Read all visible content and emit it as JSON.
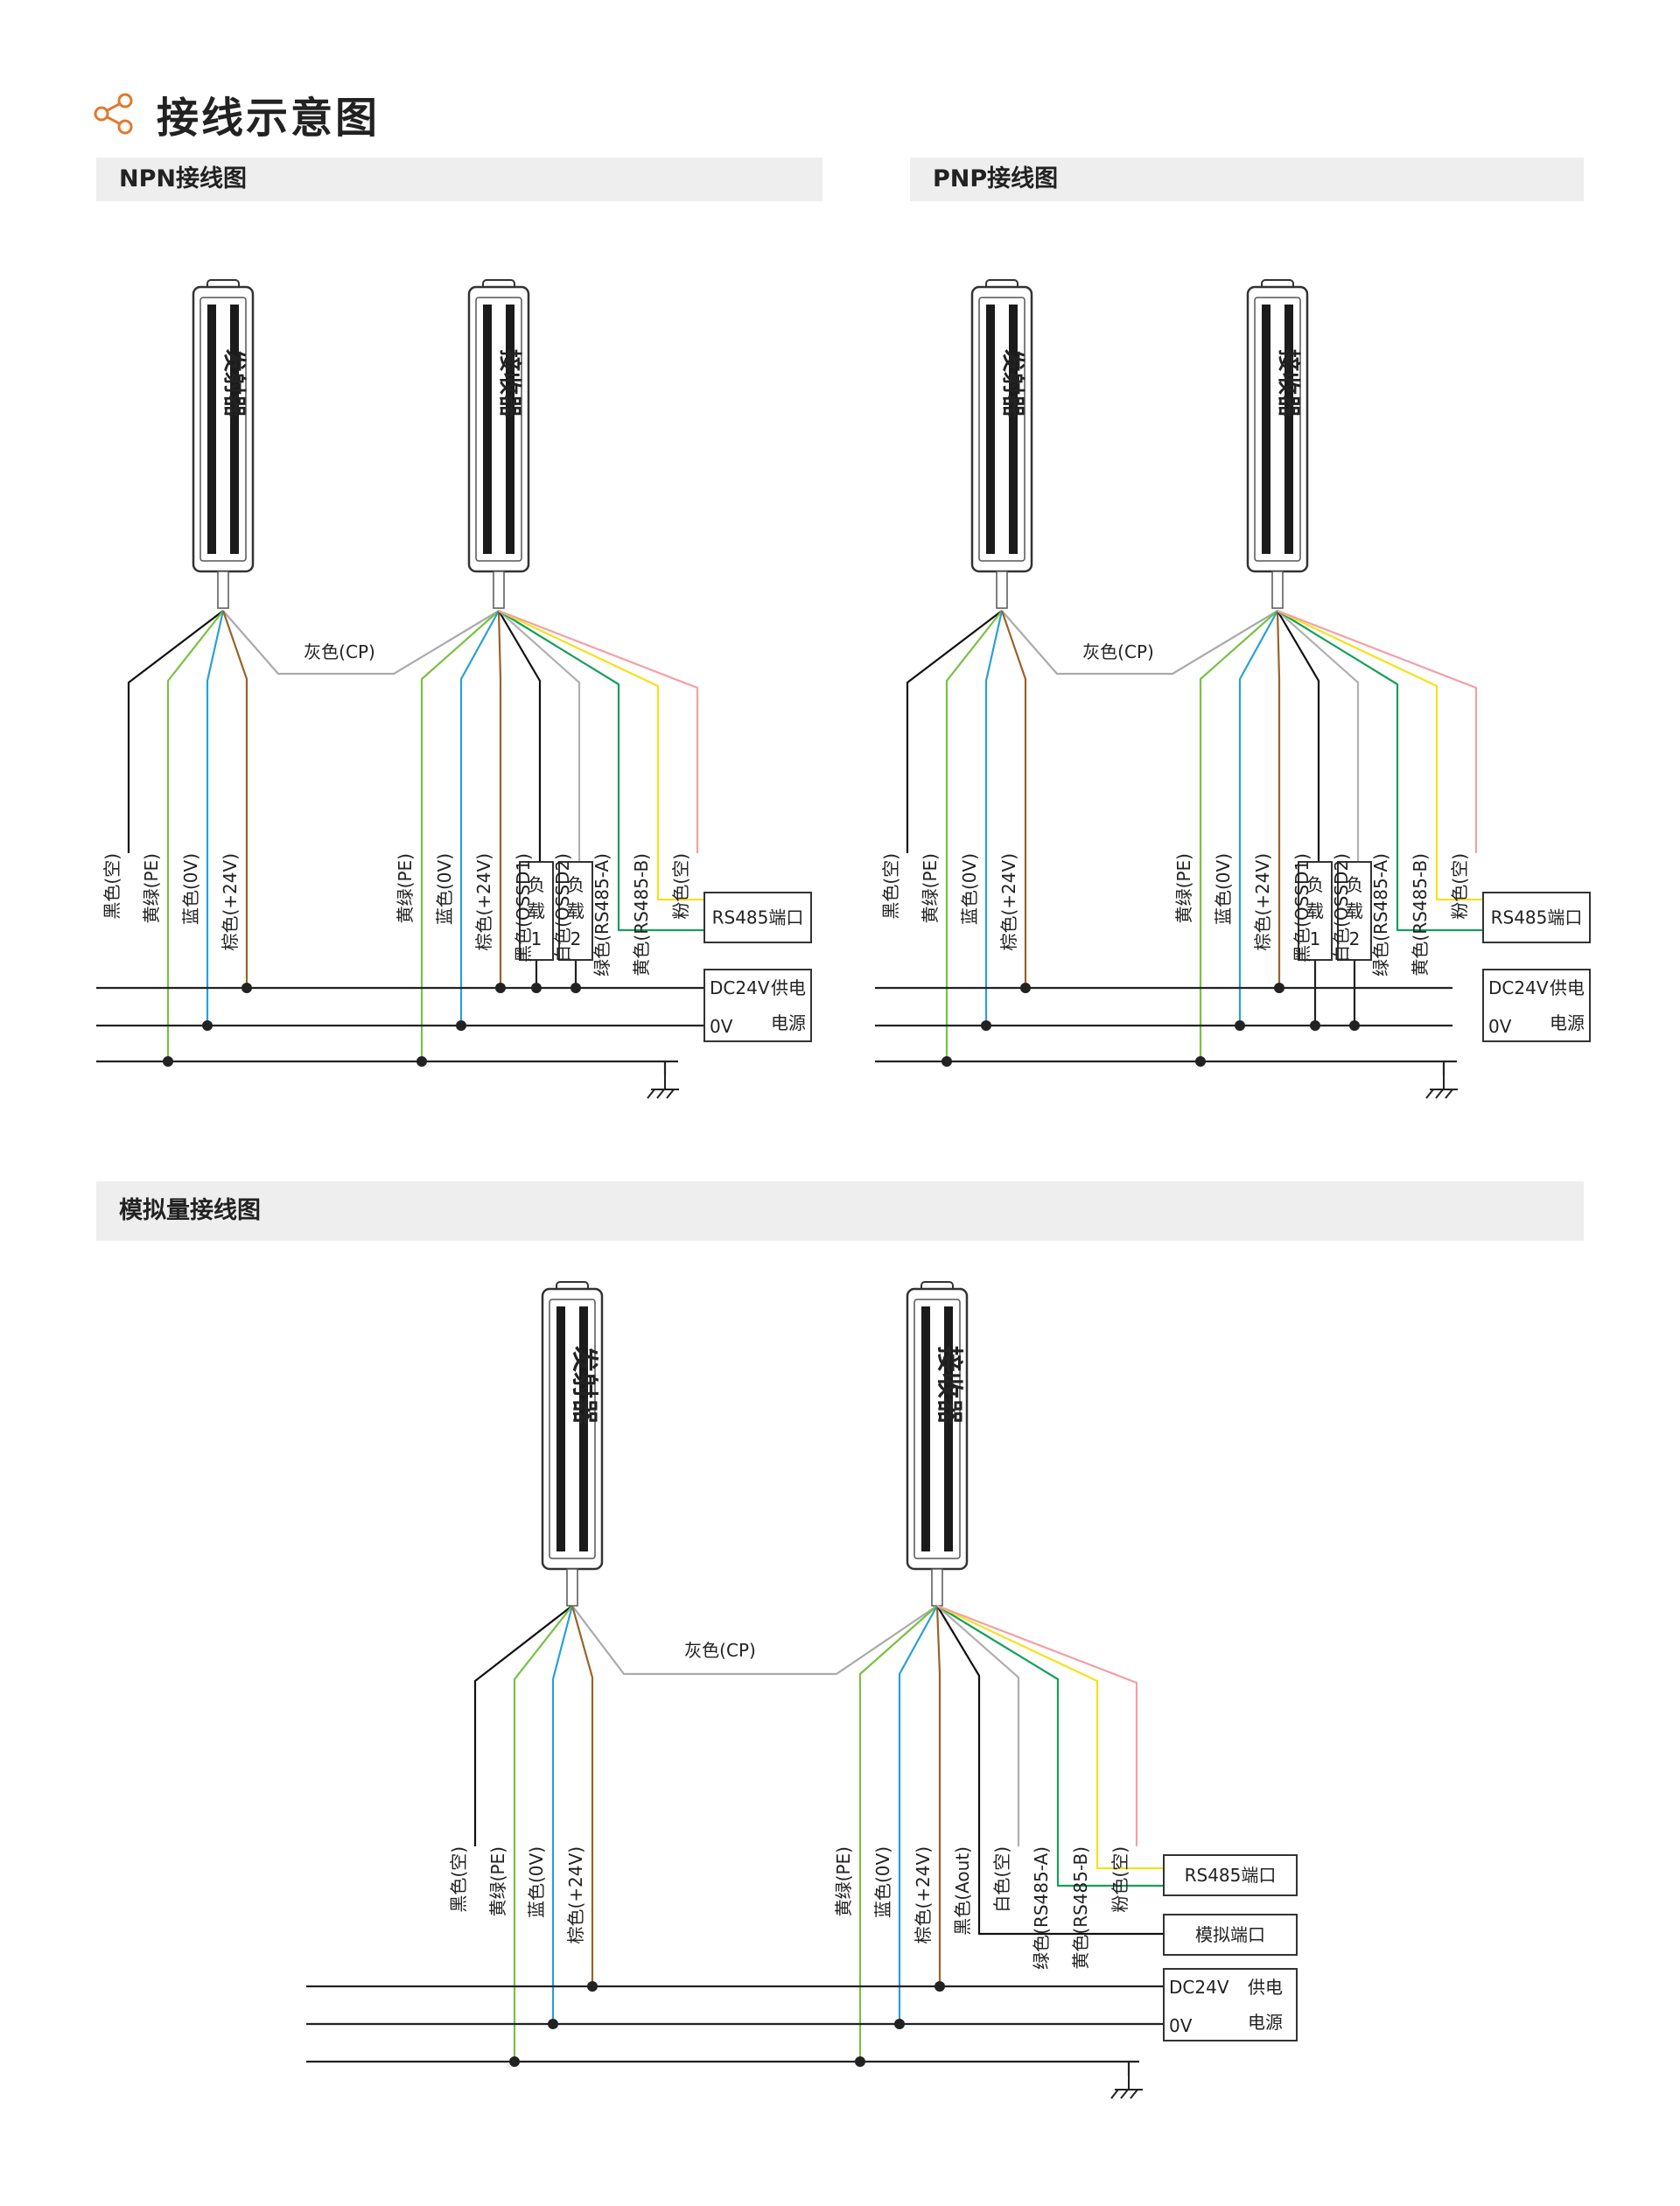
{
  "page": {
    "title": "接线示意图",
    "icon": "share-nodes-icon"
  },
  "colors": {
    "black": "#111111",
    "yellow_green": "#79c143",
    "blue": "#2a9fd8",
    "brown": "#9a6228",
    "gray": "#aaaaaa",
    "white_wire": "#b0b0b0",
    "green": "#16a05a",
    "yellow": "#f5e11a",
    "pink": "#f2a0a8",
    "icon_orange": "#e07a2e",
    "section_bg": "#eeeeee"
  },
  "labels": {
    "emitter": "发射器",
    "receiver": "接收器",
    "cp": "灰色(CP)",
    "rs485_port": "RS485端口",
    "analog_port": "模拟端口",
    "dc24v": "DC24V",
    "supply": "供电",
    "source": "电源",
    "zero_v": "0V",
    "load_char1": "负",
    "load_char2": "载"
  },
  "sections": {
    "npn": {
      "title": "NPN接线图",
      "emitter_wires": [
        "黑色(空)",
        "黄绿(PE)",
        "蓝色(0V)",
        "棕色(+24V)"
      ],
      "receiver_wires": [
        "黄绿(PE)",
        "蓝色(0V)",
        "棕色(+24V)",
        "黑色(OSSD1)",
        "白色(OSSD2)",
        "绿色(RS485-A)",
        "黄色(RS485-B)",
        "粉色(空)"
      ],
      "loads": [
        "1",
        "2"
      ]
    },
    "pnp": {
      "title": "PNP接线图",
      "emitter_wires": [
        "黑色(空)",
        "黄绿(PE)",
        "蓝色(0V)",
        "棕色(+24V)"
      ],
      "receiver_wires": [
        "黄绿(PE)",
        "蓝色(0V)",
        "棕色(+24V)",
        "黑色(OSSD1)",
        "白色(OSSD2)",
        "绿色(RS485-A)",
        "黄色(RS485-B)",
        "粉色(空)"
      ],
      "loads": [
        "1",
        "2"
      ]
    },
    "analog": {
      "title": "模拟量接线图",
      "emitter_wires": [
        "黑色(空)",
        "黄绿(PE)",
        "蓝色(0V)",
        "棕色(+24V)"
      ],
      "receiver_wires": [
        "黄绿(PE)",
        "蓝色(0V)",
        "棕色(+24V)",
        "黑色(Aout)",
        "白色(空)",
        "绿色(RS485-A)",
        "黄色(RS485-B)",
        "粉色(空)"
      ]
    }
  }
}
